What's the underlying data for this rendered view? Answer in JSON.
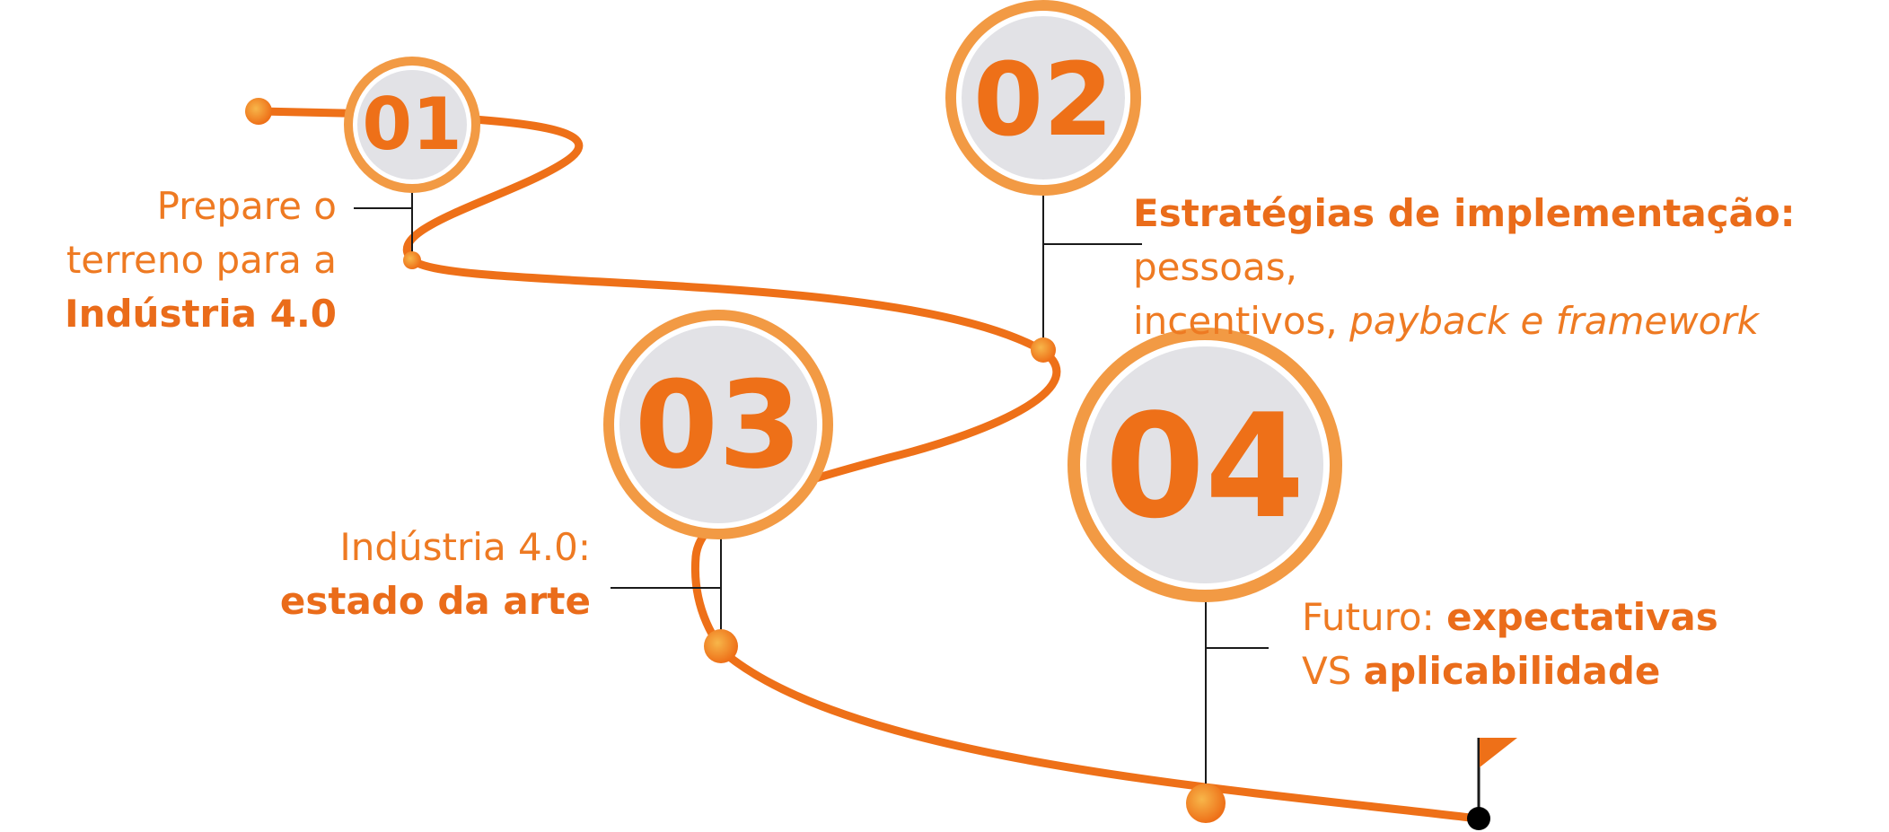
{
  "colors": {
    "primary_orange": "#EE7018",
    "light_orange": "#F29A44",
    "circle_fill": "#E2E2E6",
    "connector_line": "#1A1A1A",
    "end_marker": "#000000"
  },
  "steps": [
    {
      "number": "01",
      "label_line1": "Prepare o",
      "label_line2": "terreno para a",
      "label_bold": "Indústria 4.0"
    },
    {
      "number": "02",
      "label_bold": "Estratégias de implementação:",
      "label_rest": " pessoas,",
      "label_line2": "incentivos, ",
      "label_italic": "payback e framework"
    },
    {
      "number": "03",
      "label_line1": "Indústria 4.0:",
      "label_bold": "estado da arte"
    },
    {
      "number": "04",
      "label_plain": "Futuro: ",
      "label_bold": "expectativas",
      "label_line2_plain": "VS ",
      "label_line2_bold": "aplicabilidade"
    }
  ],
  "icons": {
    "start": "start-dot-icon",
    "finish": "finish-flag-icon"
  }
}
